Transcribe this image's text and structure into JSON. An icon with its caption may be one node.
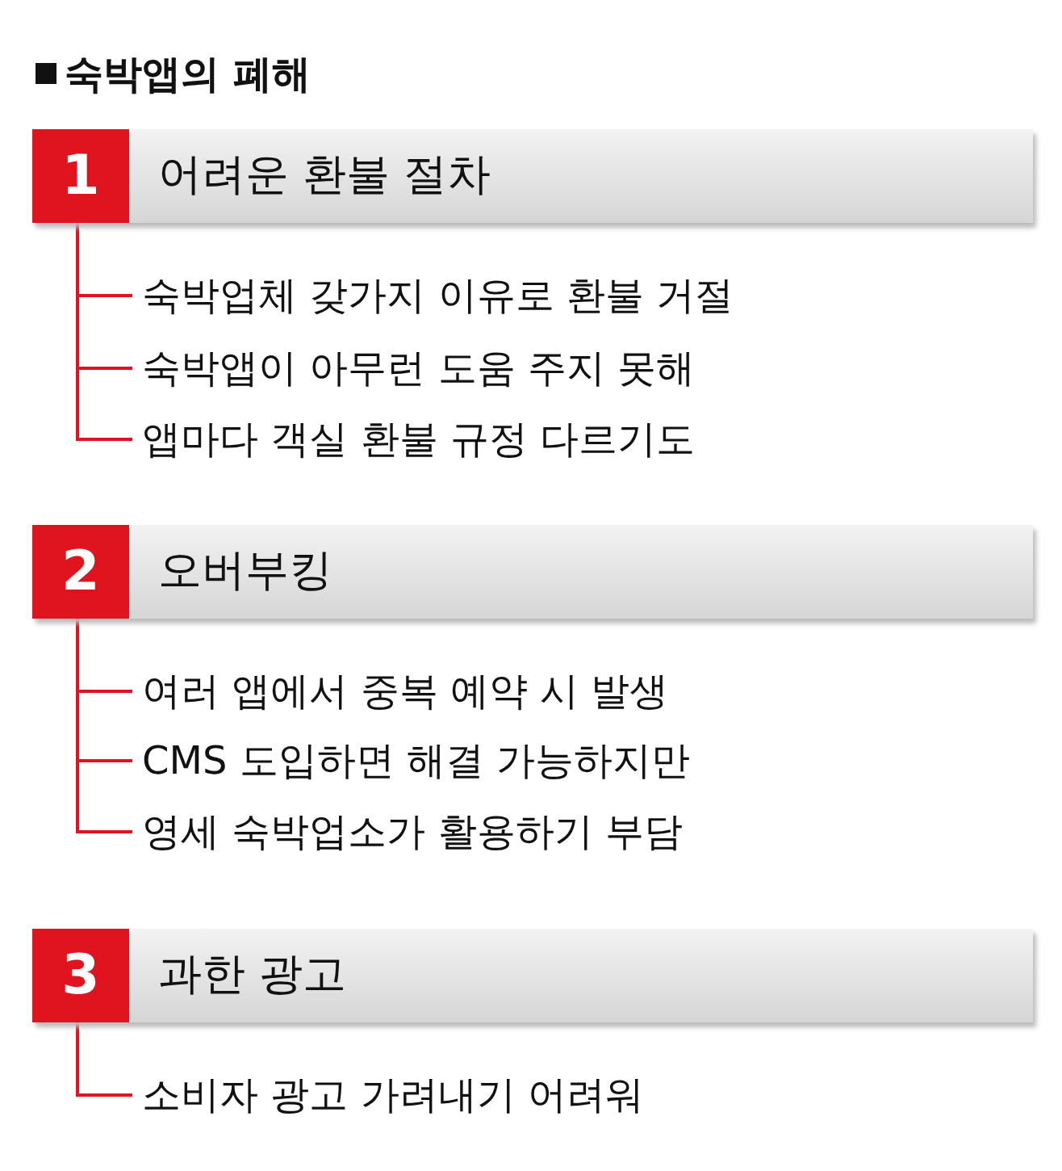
{
  "diagram": {
    "title": "숙박앱의 폐해",
    "nodes": [
      {
        "text": [
          "1",
          "어려운 환불 절차"
        ]
      },
      {
        "text": [
          "숙박업체 갖가지 이유로 환불 거절"
        ]
      },
      {
        "text": [
          "숙박앱이 아무런 도움 주지 못해"
        ]
      },
      {
        "text": [
          "앱마다 객실 환불 규정 다르기도"
        ]
      },
      {
        "text": [
          "2",
          "오버부킹"
        ]
      },
      {
        "text": [
          "여러 앱에서 중복 예약 시 발생"
        ]
      },
      {
        "text": [
          "CMS 도입하면 해결 가능하지만"
        ]
      },
      {
        "text": [
          "영세 숙박업소가 활용하기 부담"
        ]
      },
      {
        "text": [
          "3",
          "과한 광고"
        ]
      },
      {
        "text": [
          "소비자 광고 가려내기 어려워"
        ]
      }
    ],
    "edges": [
      {
        "from": 0,
        "to": 1,
        "arrow": "none"
      },
      {
        "from": 0,
        "to": 2,
        "arrow": "none"
      },
      {
        "from": 0,
        "to": 3,
        "arrow": "none"
      },
      {
        "from": 4,
        "to": 5,
        "arrow": "none"
      },
      {
        "from": 4,
        "to": 6,
        "arrow": "none"
      },
      {
        "from": 4,
        "to": 7,
        "arrow": "none"
      },
      {
        "from": 8,
        "to": 9,
        "arrow": "none"
      }
    ]
  }
}
